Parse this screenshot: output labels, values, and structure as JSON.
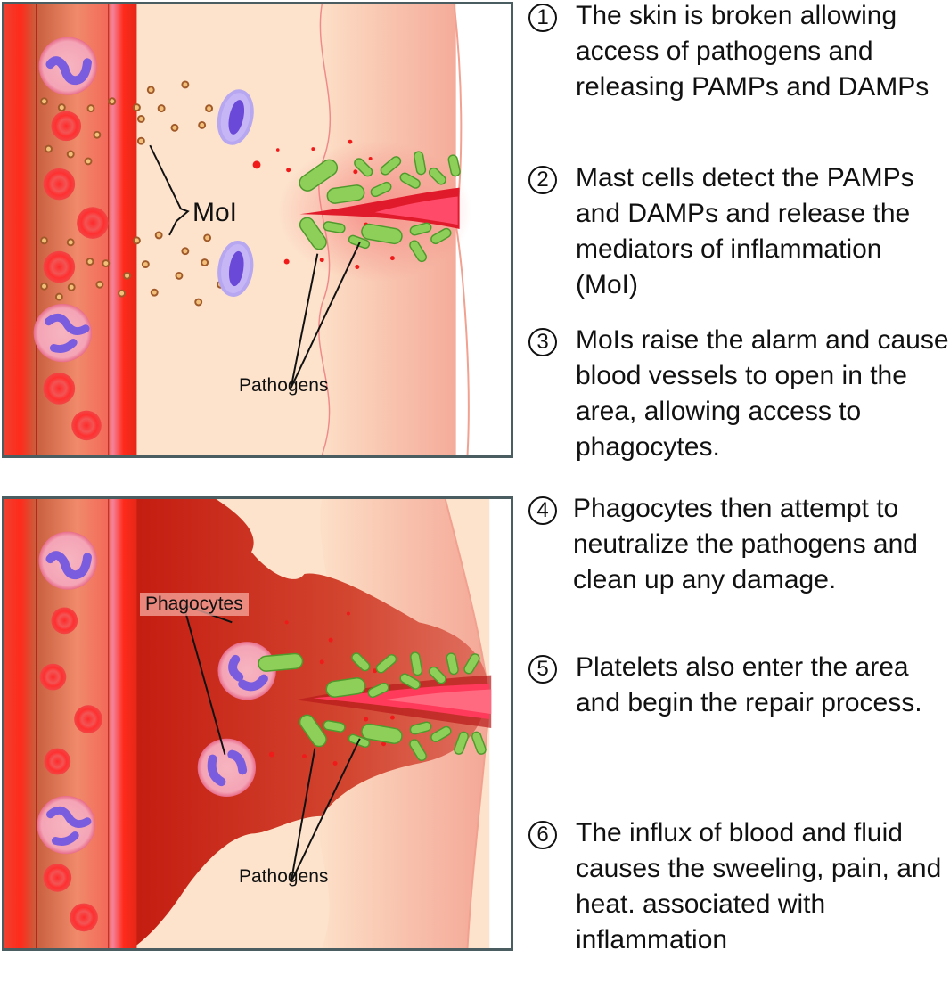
{
  "figure": {
    "title": "Inflammatory response",
    "top_panel": {
      "labels": {
        "moi": "MoI",
        "pathogens": "Pathogens"
      }
    },
    "bottom_panel": {
      "labels": {
        "phagocytes": "Phagocytes",
        "pathogens": "Pathogens"
      }
    }
  },
  "steps": [
    {
      "number": "1",
      "text": "The skin is broken allowing access of pathogens and releasing PAMPs and DAMPs"
    },
    {
      "number": "2",
      "text": "Mast cells detect the PAMPs and DAMPs and release the mediators of inflammation (MoI)"
    },
    {
      "number": "3",
      "text": "MoIs raise the alarm and cause blood vessels to open in the area, allowing access to phagocytes."
    },
    {
      "number": "4",
      "text": "Phagocytes then attempt to neutralize the pathogens and clean up any damage."
    },
    {
      "number": "5",
      "text": "Platelets also enter the area and begin the repair process."
    },
    {
      "number": "6",
      "text": "The influx of blood and fluid causes the sweeling, pain, and heat. associated with inflammation"
    }
  ],
  "colors": {
    "vessel": "#e8231e",
    "vessel_inner": "#e8846a",
    "tissue": "#fde3cc",
    "skin": "#f9c1aa",
    "bacteria": "#8ecf5a",
    "nucleus": "#8060e0",
    "blood_pool": "#cc2b1f",
    "border": "#4a5e62"
  }
}
